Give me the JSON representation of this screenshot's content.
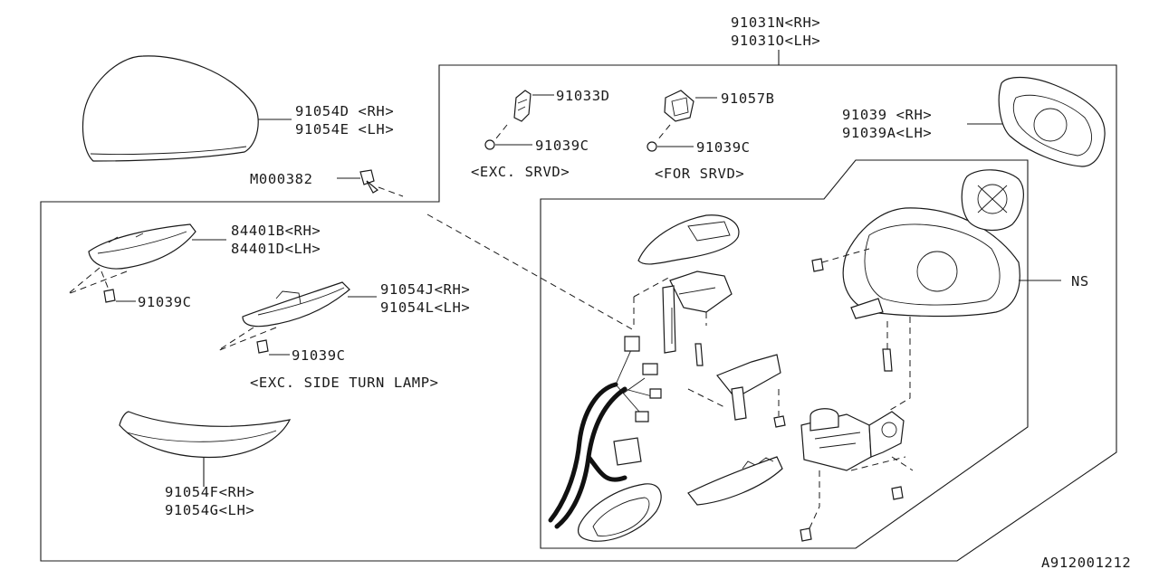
{
  "labels": {
    "assembly_rh": "91031N<RH>",
    "assembly_lh": "91031O<LH>",
    "cover_rh": "91054D <RH>",
    "cover_lh": "91054E <LH>",
    "screw_m": "M000382",
    "clip_91033d": "91033D",
    "screw_c1": "91039C",
    "note_exc_srvd": "<EXC. SRVD>",
    "clip_91057b": "91057B",
    "screw_c2": "91039C",
    "note_for_srvd": "<FOR SRVD>",
    "glass_rh": "91039  <RH>",
    "glass_lh": "91039A<LH>",
    "lamp_rh": "84401B<RH>",
    "lamp_lh": "84401D<LH>",
    "screw_c3": "91039C",
    "garnish_rh": "91054J<RH>",
    "garnish_lh": "91054L<LH>",
    "screw_c4": "91039C",
    "note_exc_side_turn_lamp": "<EXC. SIDE TURN LAMP>",
    "trim_rh": "91054F<RH>",
    "trim_lh": "91054G<LH>",
    "not_serviced": "NS",
    "diagram_number": "A912001212"
  }
}
